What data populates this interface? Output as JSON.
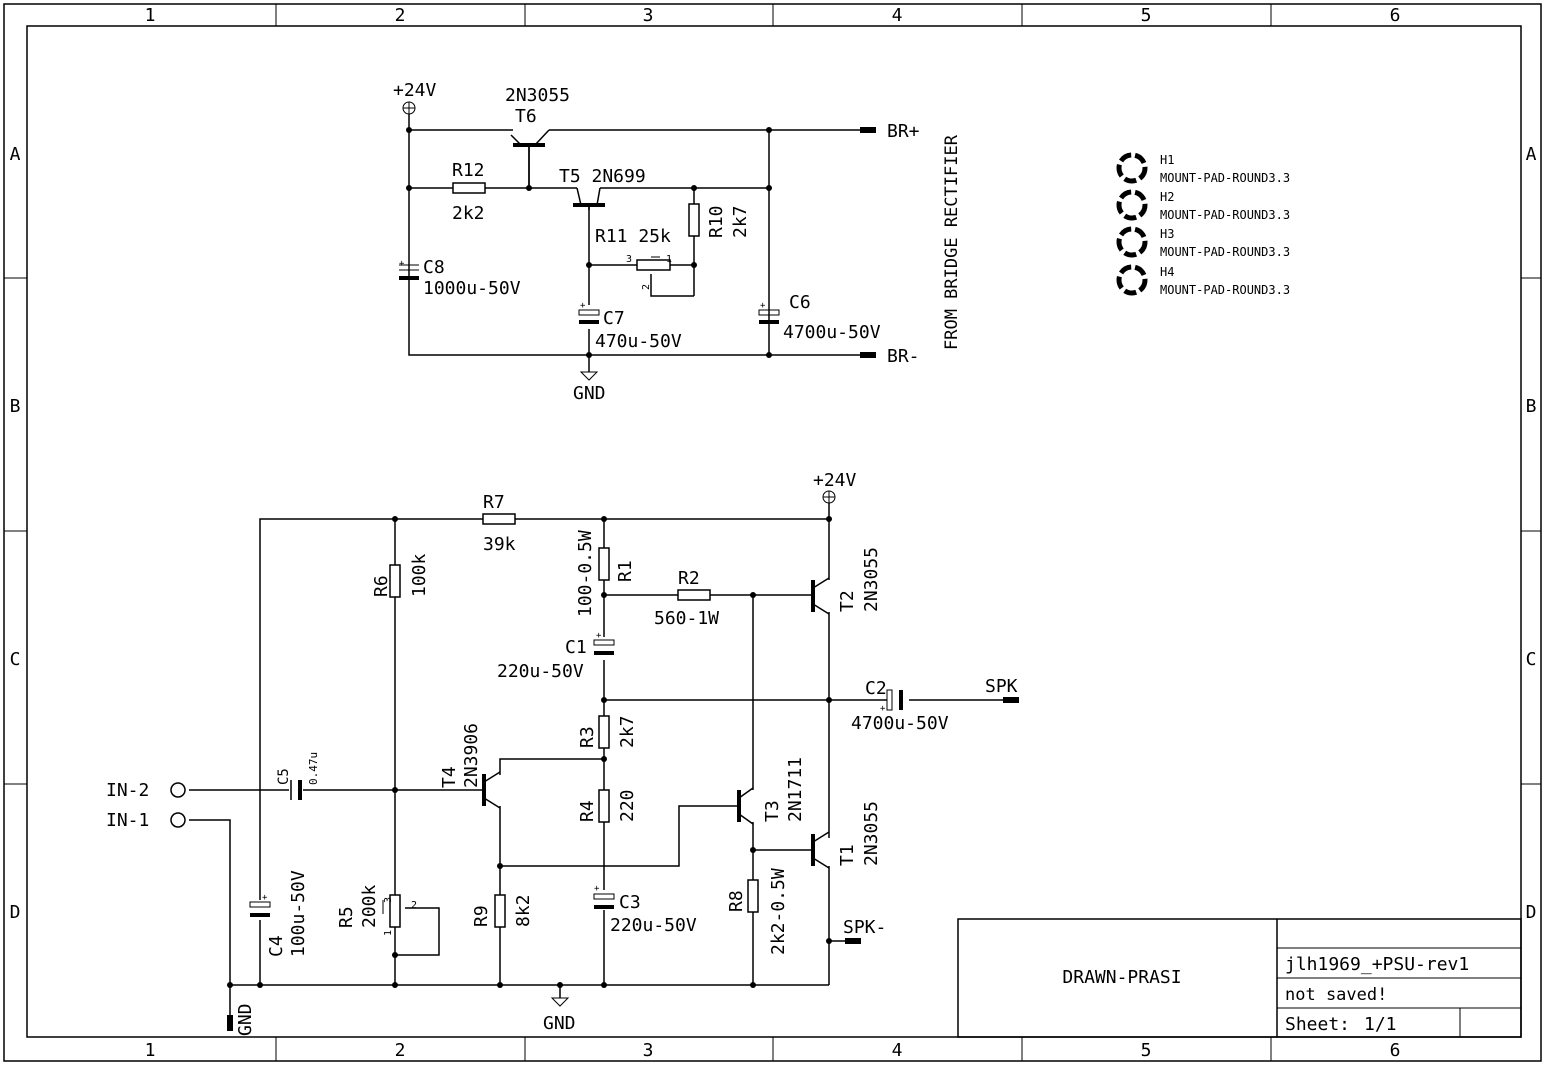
{
  "frame": {
    "columns": [
      "1",
      "2",
      "3",
      "4",
      "5",
      "6"
    ],
    "rows": [
      "A",
      "B",
      "C",
      "D"
    ]
  },
  "power": {
    "top_rail": "+24V",
    "bottom_rail": "+24V",
    "gnd_top": "GND",
    "gnd_bottom": "GND",
    "gnd_left": "GND"
  },
  "connectors": {
    "br_plus": "BR+",
    "br_minus": "BR-",
    "from_rectifier": "FROM BRIDGE RECTIFIER",
    "spk": "SPK",
    "spk_minus": "SPK-",
    "in2": "IN-2",
    "in1": "IN-1"
  },
  "components": {
    "t6_ref": "T6",
    "t6_val": "2N3055",
    "t5_label": "T5 2N699",
    "r12_ref": "R12",
    "r12_val": "2k2",
    "r10_ref": "R10",
    "r10_val": "2k7",
    "r11_label": "R11 25k",
    "c8_ref": "C8",
    "c8_val": "1000u-50V",
    "c7_ref": "C7",
    "c7_val": "470u-50V",
    "c6_ref": "C6",
    "c6_val": "4700u-50V",
    "r7_ref": "R7",
    "r7_val": "39k",
    "r6_ref": "R6",
    "r6_val": "100k",
    "r1_ref": "R1",
    "r1_val": "100-0.5W",
    "r2_ref": "R2",
    "r2_val": "560-1W",
    "t2_ref": "T2",
    "t2_val": "2N3055",
    "c1_ref": "C1",
    "c1_val": "220u-50V",
    "c2_ref": "C2",
    "c2_val": "4700u-50V",
    "r3_ref": "R3",
    "r3_val": "2k7",
    "t4_ref": "T4",
    "t4_val": "2N3906",
    "c5_ref": "C5",
    "c5_val": "0.47u",
    "t3_ref": "T3",
    "t3_val": "2N1711",
    "r4_ref": "R4",
    "r4_val": "220",
    "t1_ref": "T1",
    "t1_val": "2N3055",
    "r8_ref": "R8",
    "r8_val": "2k2-0.5W",
    "r9_ref": "R9",
    "r9_val": "8k2",
    "c3_ref": "C3",
    "c3_val": "220u-50V",
    "r5_ref": "R5",
    "r5_val": "200k",
    "c4_ref": "C4",
    "c4_val": "100u-50V"
  },
  "pins": {
    "p1": "1",
    "p2": "2",
    "p3": "3"
  },
  "mounting": [
    {
      "ref": "H1",
      "val": "MOUNT-PAD-ROUND3.3"
    },
    {
      "ref": "H2",
      "val": "MOUNT-PAD-ROUND3.3"
    },
    {
      "ref": "H3",
      "val": "MOUNT-PAD-ROUND3.3"
    },
    {
      "ref": "H4",
      "val": "MOUNT-PAD-ROUND3.3"
    }
  ],
  "title_block": {
    "drawn": "DRAWN-PRASI",
    "file": "jlh1969_+PSU-rev1",
    "status": "not saved!",
    "sheet_label": "Sheet:",
    "sheet_value": "1/1"
  }
}
